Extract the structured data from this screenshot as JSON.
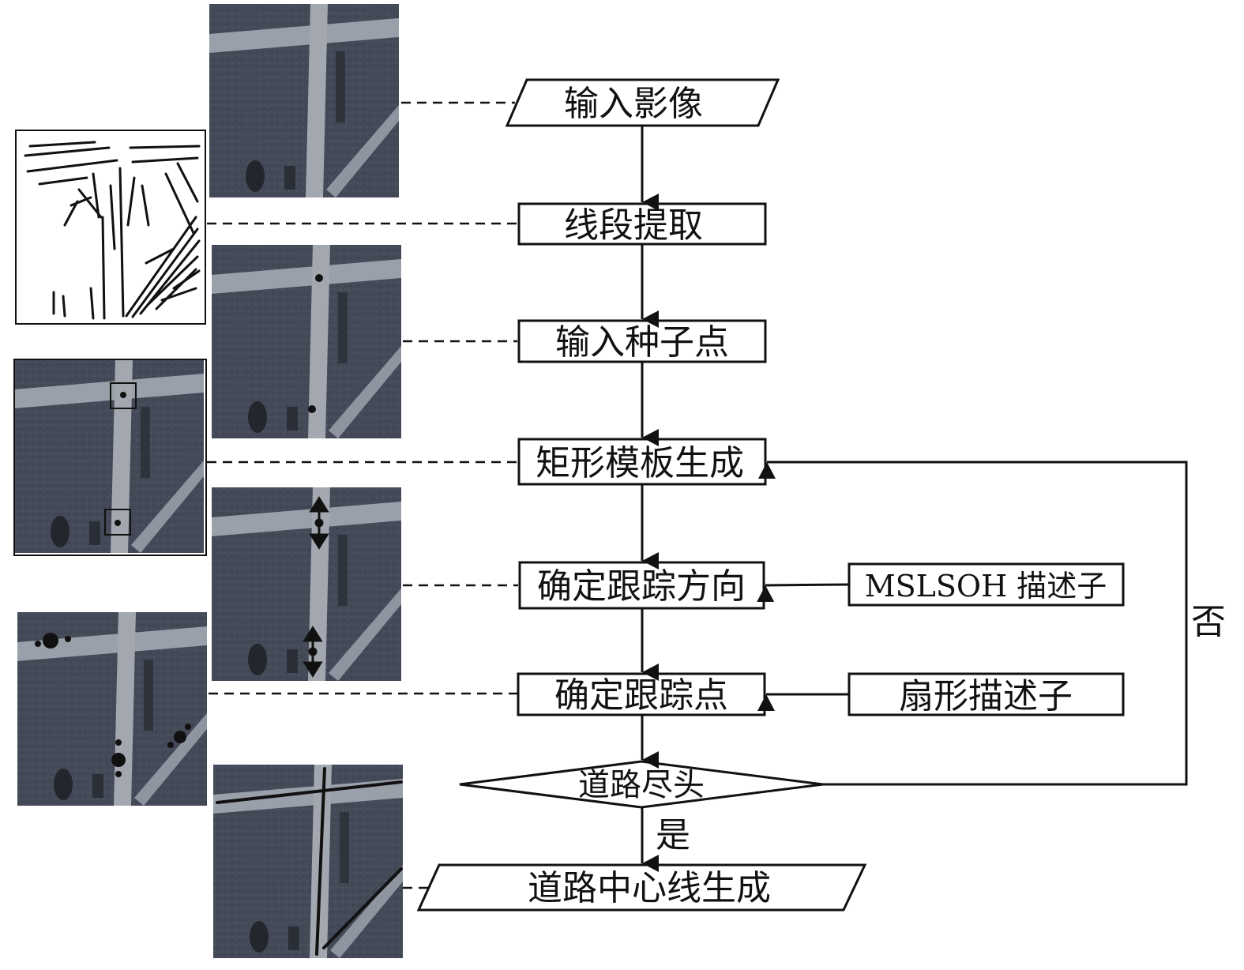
{
  "colors": {
    "ink": "#111111",
    "photo_dark": "#3c4250",
    "photo_mid": "#4b5262",
    "road": "#a3a8b0",
    "white": "#ffffff"
  },
  "flow": {
    "input_image": "输入影像",
    "segment_extract": "线段提取",
    "seed_points": "输入种子点",
    "rect_template": "矩形模板生成",
    "tracking_direction": "确定跟踪方向",
    "tracking_point": "确定跟踪点",
    "road_end": "道路尽头",
    "centerline_gen": "道路中心线生成"
  },
  "descriptors": {
    "mslsoh": "MSLSOH 描述子",
    "fan": "扇形描述子"
  },
  "branches": {
    "no": "否",
    "yes": "是"
  },
  "thumbnails": [
    {
      "name": "input-aerial-image",
      "content": "aerial road image"
    },
    {
      "name": "line-segments-image",
      "content": "extracted line segments"
    },
    {
      "name": "seed-points-image",
      "content": "seed points on road"
    },
    {
      "name": "rect-template-image",
      "content": "rectangular templates"
    },
    {
      "name": "tracking-direction-image",
      "content": "tracking direction arrows"
    },
    {
      "name": "tracking-points-image",
      "content": "tracked points"
    },
    {
      "name": "centerline-result-image",
      "content": "road centerline result"
    }
  ]
}
